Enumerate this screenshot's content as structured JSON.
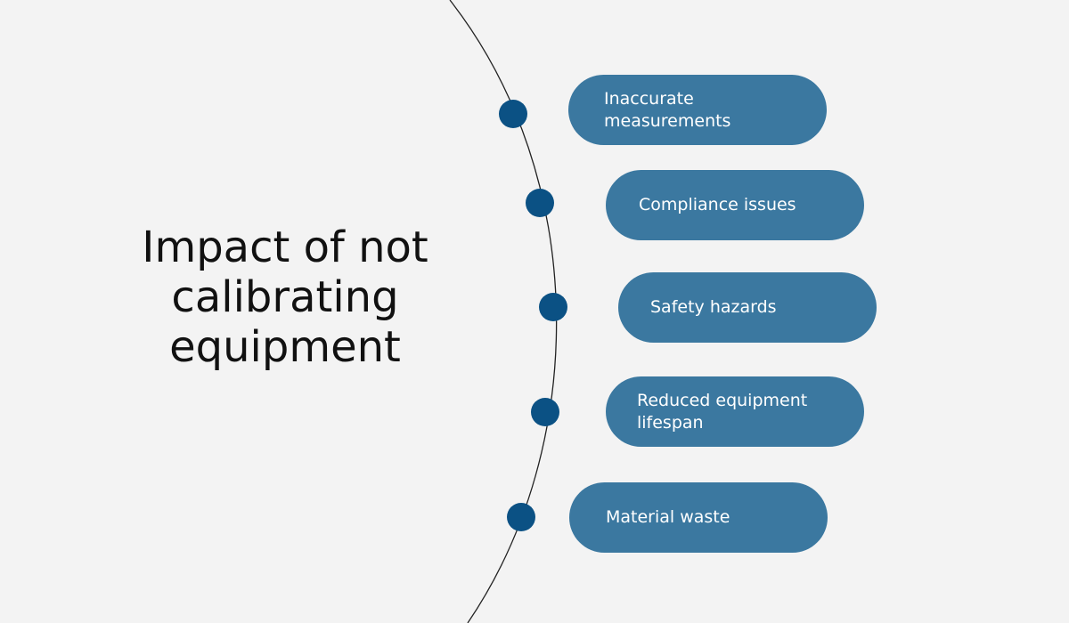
{
  "title": "Impact of not calibrating equipment",
  "items": [
    {
      "label": "Inaccurate measurements"
    },
    {
      "label": "Compliance issues"
    },
    {
      "label": "Safety hazards"
    },
    {
      "label": "Reduced equipment lifespan"
    },
    {
      "label": "Material waste"
    }
  ],
  "colors": {
    "background": "#f3f3f3",
    "pill": "#3b78a0",
    "dot": "#0b5184",
    "line": "#222222"
  }
}
